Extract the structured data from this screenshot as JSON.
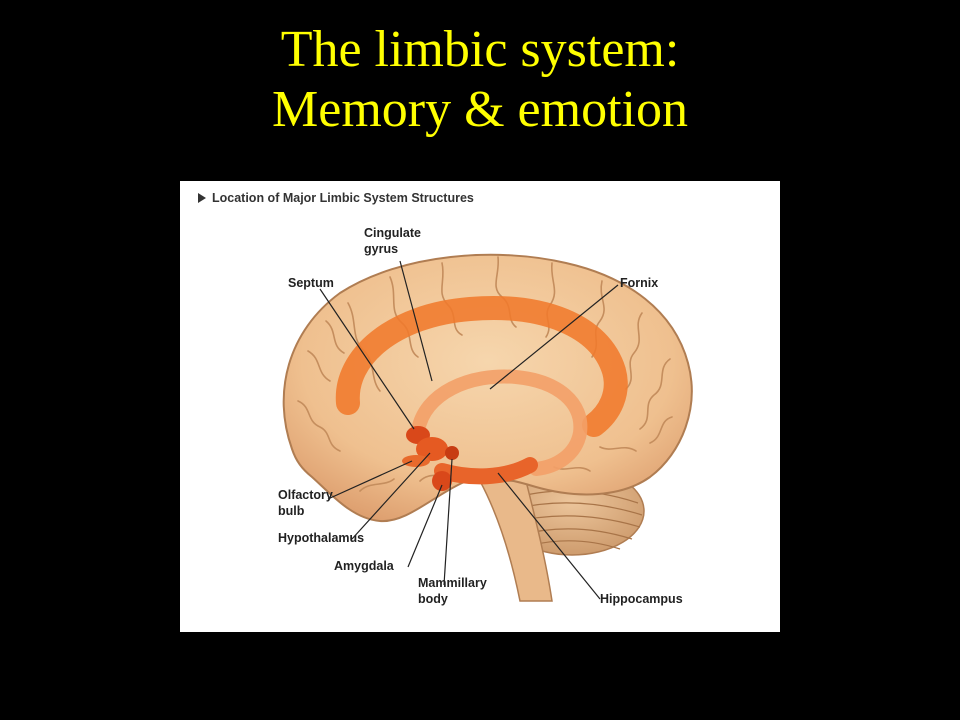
{
  "title": {
    "line1": "The limbic system:",
    "line2": "Memory & emotion"
  },
  "figure": {
    "caption": "Location of Major Limbic System Structures",
    "labels": {
      "cingulate_line1": "Cingulate",
      "cingulate_line2": "gyrus",
      "septum": "Septum",
      "fornix": "Fornix",
      "olfactory_line1": "Olfactory",
      "olfactory_line2": "bulb",
      "hypothalamus": "Hypothalamus",
      "amygdala": "Amygdala",
      "mammillary_line1": "Mammillary",
      "mammillary_line2": "body",
      "hippocampus": "Hippocampus"
    }
  },
  "colors": {
    "background": "#000000",
    "title": "#ffff00",
    "brain": "#f0c79a",
    "limbic": "#f07a2c",
    "structure_dark": "#d9481a"
  }
}
